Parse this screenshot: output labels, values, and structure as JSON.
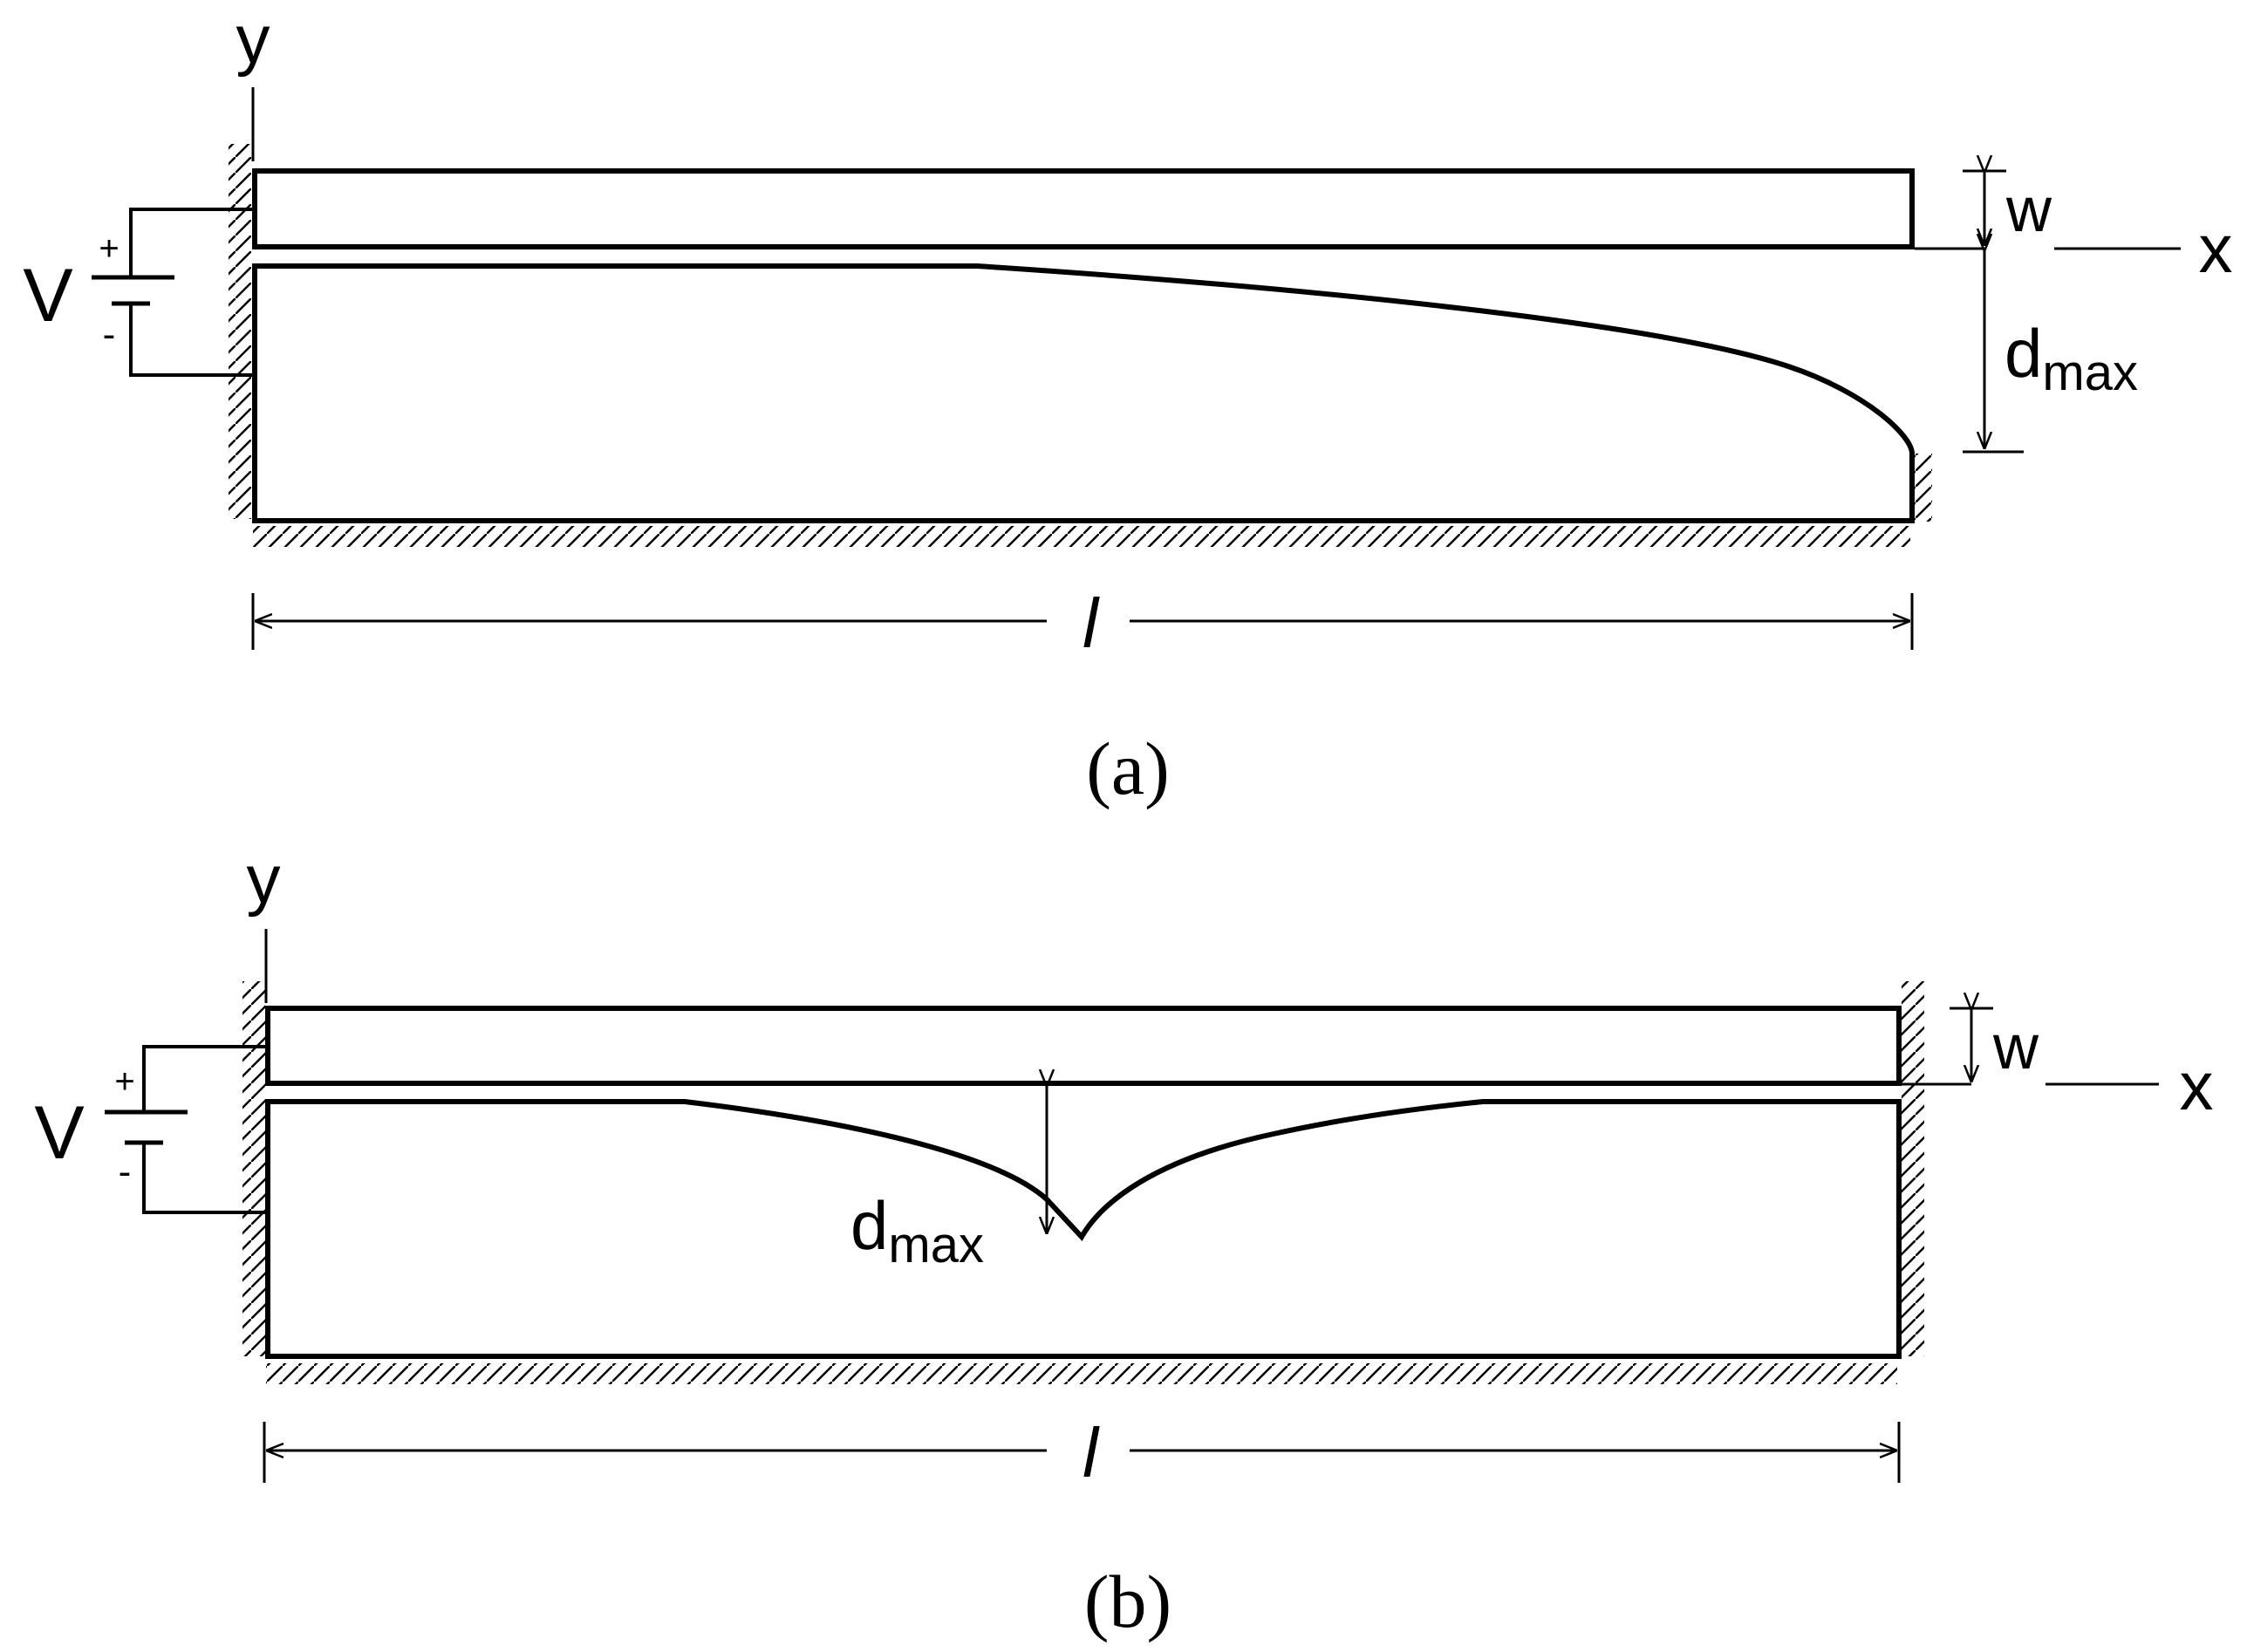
{
  "panel_a": {
    "caption": "(a)",
    "y_label": "y",
    "x_label": "x",
    "voltage_label": "V",
    "plus_label": "+",
    "minus_label": "-",
    "w_label": "w",
    "d_label": "d",
    "d_subscript": "max",
    "l_label": "l"
  },
  "panel_b": {
    "caption": "(b)",
    "y_label": "y",
    "x_label": "x",
    "voltage_label": "V",
    "plus_label": "+",
    "minus_label": "-",
    "w_label": "w",
    "d_label": "d",
    "d_subscript": "max",
    "l_label": "l"
  }
}
